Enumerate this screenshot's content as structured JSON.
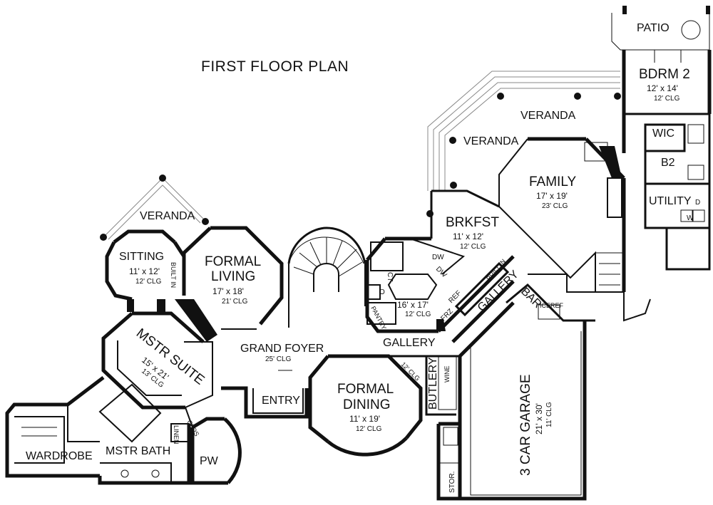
{
  "title": "FIRST FLOOR PLAN",
  "rooms": {
    "patio": {
      "name": "PATIO"
    },
    "bdrm2": {
      "name": "BDRM 2",
      "size": "12' x 14'",
      "clg": "12' CLG"
    },
    "veranda_top": {
      "name": "VERANDA"
    },
    "veranda_mid": {
      "name": "VERANDA"
    },
    "veranda_left": {
      "name": "VERANDA"
    },
    "wic": {
      "name": "WIC"
    },
    "b2": {
      "name": "B2"
    },
    "family": {
      "name": "FAMILY",
      "size": "17' x 19'",
      "clg": "23' CLG"
    },
    "utility": {
      "name": "UTILITY"
    },
    "brkfst": {
      "name": "BRKFST",
      "size": "11' x 12'",
      "clg": "12' CLG"
    },
    "kitchen": {
      "size": "16' x 17'",
      "clg": "12' CLG"
    },
    "sitting": {
      "name": "SITTING",
      "size": "11' x 12'",
      "clg": "12' CLG"
    },
    "formal_living": {
      "name1": "FORMAL",
      "name2": "LIVING",
      "size": "17' x 18'",
      "clg": "21' CLG"
    },
    "mstr_suite": {
      "name": "MSTR SUITE",
      "size": "15' x 21'",
      "clg": "13' CLG"
    },
    "grand_foyer": {
      "name": "GRAND FOYER",
      "clg": "25' CLG"
    },
    "gallery_mid": {
      "name": "GALLERY"
    },
    "gallery_diag": {
      "name": "GALLERY"
    },
    "bar": {
      "name": "BAR"
    },
    "entry": {
      "name": "ENTRY"
    },
    "formal_dining": {
      "name1": "FORMAL",
      "name2": "DINING",
      "size": "11' x 19'",
      "clg": "12' CLG"
    },
    "butlery": {
      "name": "BUTLERY"
    },
    "garage": {
      "name": "3 CAR GARAGE",
      "size": "21' x 30'",
      "clg": "11' CLG"
    },
    "wardrobe": {
      "name": "WARDROBE"
    },
    "mstr_bath": {
      "name": "MSTR BATH"
    },
    "pw": {
      "name": "PW"
    }
  },
  "fixtures": {
    "built_in_sitting": "BUILT IN",
    "built_in_kitchen": "BUILT IN",
    "ct1": "CT",
    "ct2": "CT",
    "dw1": "DW",
    "dw2": "DW",
    "pantry": "PANTRY",
    "frz": "FRZ",
    "ref": "REF",
    "iceref": "ICEREF",
    "wine": "WINE",
    "twelve_clg": "12' CLG",
    "linen": "LINEN",
    "clos": "CLOS",
    "stor": "STOR.",
    "d": "D",
    "wash": "W",
    "o": "O"
  }
}
